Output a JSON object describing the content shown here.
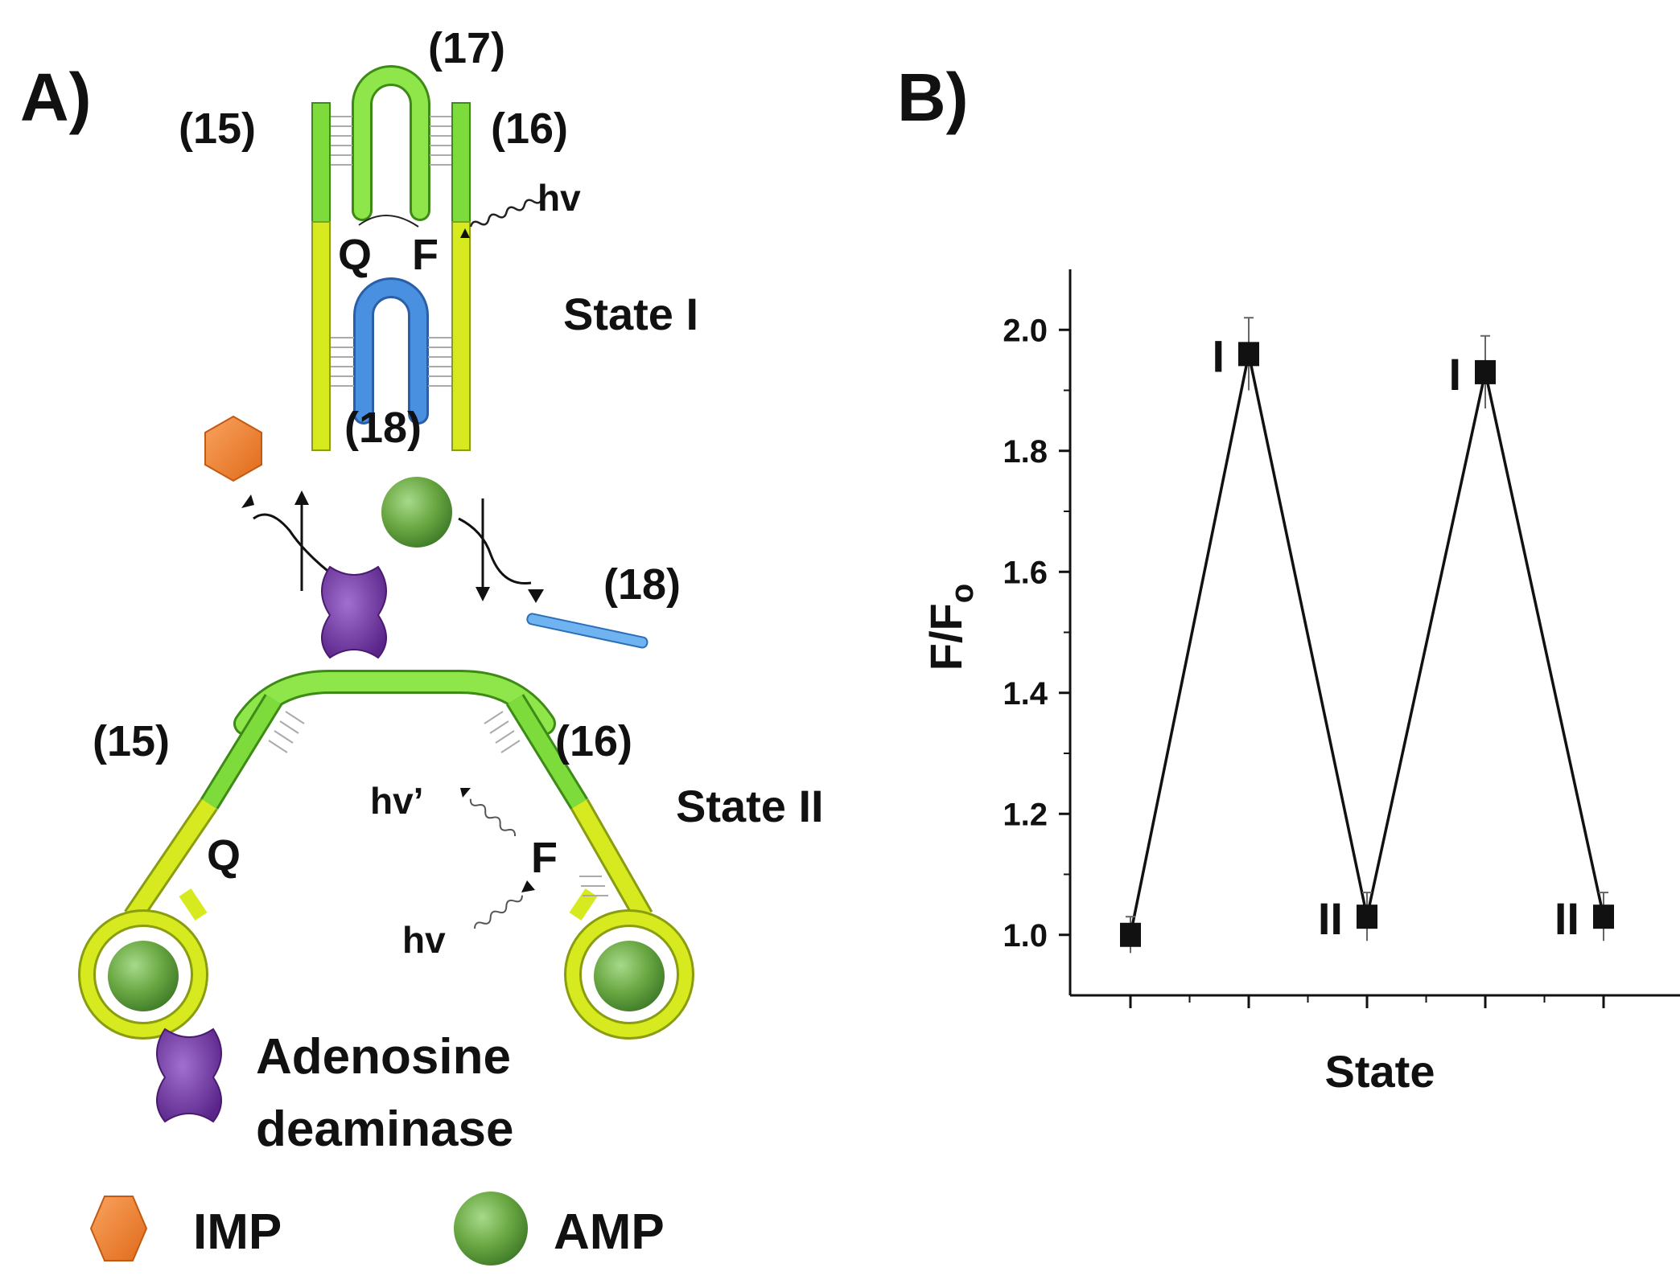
{
  "panelA": {
    "label": "A)",
    "state1": {
      "title": "State I",
      "strand_left": "(15)",
      "strand_right": "(16)",
      "hairpin_top": "(17)",
      "hairpin_bottom": "(18)",
      "quencher": "Q",
      "fluorophore": "F",
      "emission": "hv"
    },
    "middle": {
      "released_strand": "(18)"
    },
    "state2": {
      "title": "State II",
      "strand_left": "(15)",
      "strand_right": "(16)",
      "quencher": "Q",
      "fluorophore": "F",
      "excitation": "hv",
      "emission": "hv’"
    },
    "legend": {
      "enzyme_line1": "Adenosine",
      "enzyme_line2": "deaminase",
      "imp": "IMP",
      "amp": "AMP"
    },
    "colors": {
      "strand_green": "#7ddc3c",
      "strand_yellow": "#d6ea1f",
      "hairpin_blue": "#3f86d8",
      "amp_green": "#6aa843",
      "imp_orange": "#ee7f2d",
      "enzyme_purple": "#6b2f9e"
    }
  },
  "panelB": {
    "label": "B)",
    "chart_data": {
      "type": "line",
      "title": "",
      "xlabel": "State",
      "ylabel": "F/F",
      "ylabel_subscript": "o",
      "ylim": [
        0.9,
        2.1
      ],
      "yticks": [
        1.0,
        1.2,
        1.4,
        1.6,
        1.8,
        2.0
      ],
      "ytick_labels": [
        "1.0",
        "1.2",
        "1.4",
        "1.6",
        "1.8",
        "2.0"
      ],
      "x": [
        1,
        2,
        3,
        4,
        5
      ],
      "values": [
        1.0,
        1.96,
        1.03,
        1.93,
        1.03
      ],
      "errors": [
        0.03,
        0.06,
        0.04,
        0.06,
        0.04
      ],
      "point_labels": [
        "",
        "I",
        "II",
        "I",
        "II"
      ],
      "marker": "square",
      "line_color": "#111111"
    }
  }
}
